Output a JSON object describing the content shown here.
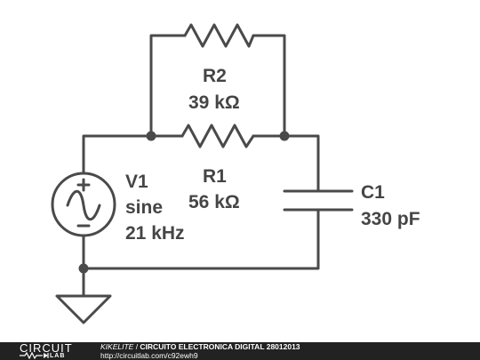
{
  "components": {
    "v1": {
      "name": "V1",
      "type": "sine",
      "value": "21 kHz"
    },
    "r1": {
      "name": "R1",
      "value": "56 kΩ"
    },
    "r2": {
      "name": "R2",
      "value": "39 kΩ"
    },
    "c1": {
      "name": "C1",
      "value": "330 pF"
    }
  },
  "footer": {
    "logo_top": "CIRCUIT",
    "logo_bottom": "LAB",
    "author": "KIKELITE",
    "separator": " / ",
    "title": "CIRCUITO ELECTRONICA DIGITAL 28012013",
    "url": "http://circuitlab.com/c92ewh9"
  },
  "colors": {
    "wire": "#4a4a4a",
    "label": "#454545",
    "footer_bg": "#222222"
  }
}
